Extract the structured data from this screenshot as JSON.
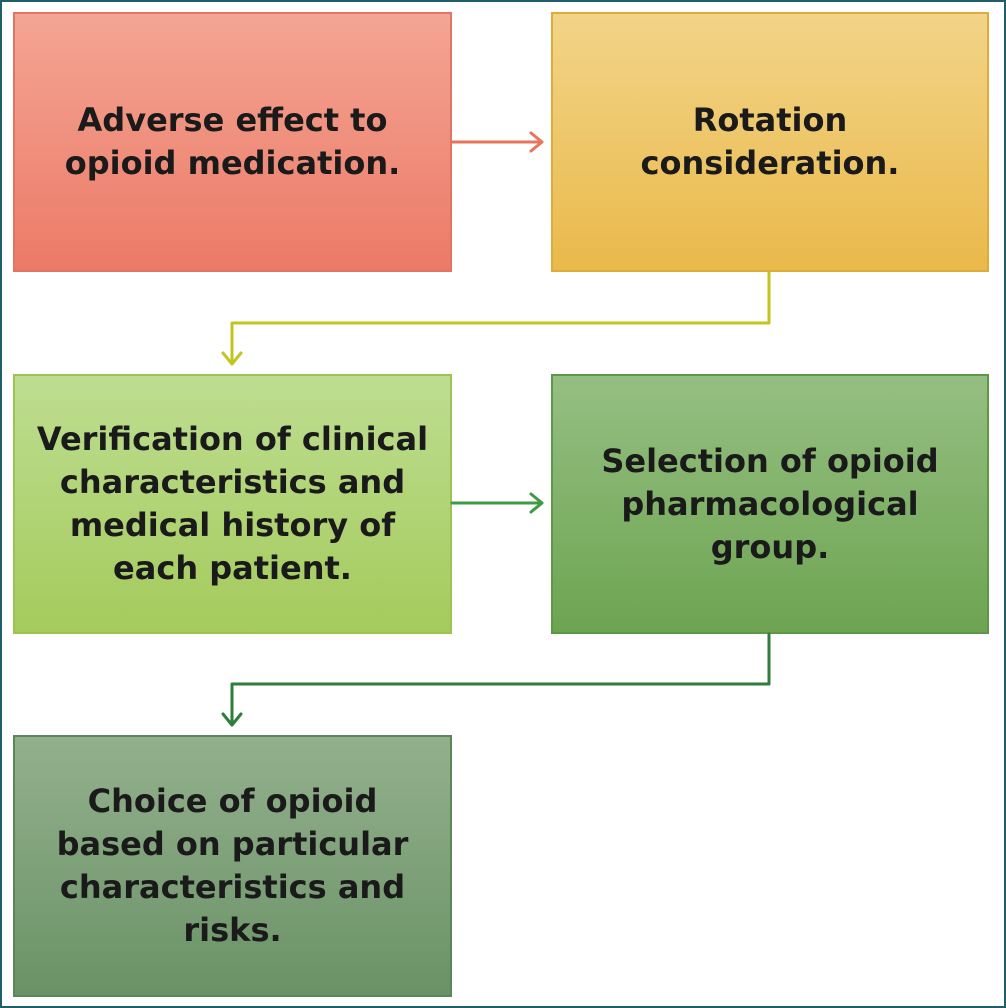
{
  "steps": [
    {
      "text": "Adverse effect to\nopioid medication."
    },
    {
      "text": "Rotation\nconsideration."
    },
    {
      "text": "Verification of clinical\ncharacteristics and\nmedical history of\neach patient."
    },
    {
      "text": "Selection of opioid\npharmacological\ngroup."
    },
    {
      "text": "Choice of opioid\nbased on particular\ncharacteristics and\nrisks."
    }
  ],
  "colors": {
    "frame_border": "#1f5f6b",
    "arrow_step1_to_2": "#e8745e",
    "arrow_step2_to_3": "#c4c41e",
    "arrow_step3_to_4": "#3f9a44",
    "arrow_step4_to_5": "#2f7d3a"
  }
}
